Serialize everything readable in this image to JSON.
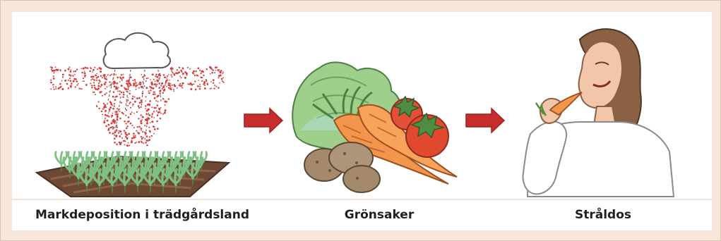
{
  "steps": [
    {
      "label": "Markdeposition i trädgårdsland",
      "icon": "soil-deposition-illustration"
    },
    {
      "label": "Grönsaker",
      "icon": "vegetables-illustration"
    },
    {
      "label": "Stråldos",
      "icon": "person-eating-carrot-illustration"
    }
  ],
  "colors": {
    "frame_background": "#f6e7da",
    "panel_background": "#ffffff",
    "arrow": "#c62d2d",
    "particle": "#d83a3a"
  }
}
